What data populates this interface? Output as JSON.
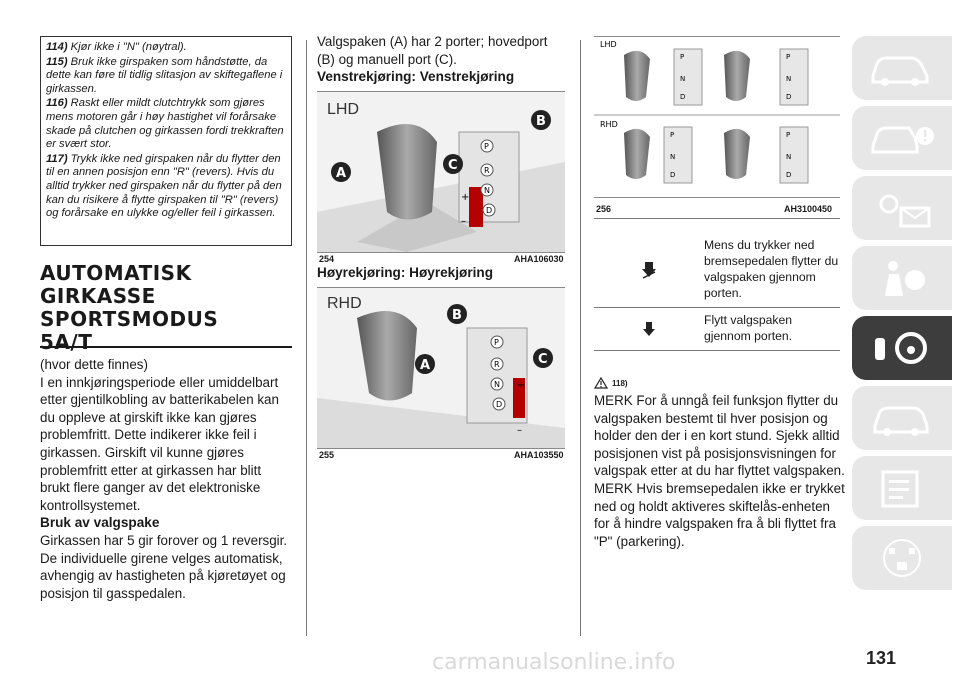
{
  "warnings": [
    {
      "num": "114)",
      "text": "Kjør ikke i \"N\" (nøytral)."
    },
    {
      "num": "115)",
      "text": "Bruk ikke girspaken som håndstøtte, da dette kan føre til tidlig slitasjon av skiftegaflene i girkassen."
    },
    {
      "num": "116)",
      "text": "Raskt eller mildt clutchtrykk som gjøres mens motoren går i høy hastighet vil forårsake skade på clutchen og girkassen fordi trekkraften er svært stor."
    },
    {
      "num": "117)",
      "text": "Trykk ikke ned girspaken når du flytter den til en annen posisjon enn \"R\" (revers). Hvis du alltid trykker ned girspaken når du flytter på den kan du risikere å flytte girspaken til \"R\" (revers) og forårsake en ulykke og/eller feil i girkassen."
    }
  ],
  "heading": {
    "l1": "AUTOMATISK",
    "l2": "GIRKASSE",
    "l3": "SPORTSMODUS",
    "l4": "5A/T"
  },
  "col1": {
    "p1": "(hvor dette finnes)",
    "p2": "I en innkjøringsperiode eller umiddelbart etter gjentilkobling av batterikabelen kan du oppleve at girskift ikke kan gjøres problemfritt. Dette indikerer ikke feil i girkassen. Girskift vil kunne gjøres problemfritt etter at girkassen har blitt brukt flere ganger av det elektroniske kontrollsystemet.",
    "sub": "Bruk av valgspake",
    "p3": "Girkassen har 5 gir forover og 1 reversgir.",
    "p4": "De individuelle girene velges automatisk, avhengig av hastigheten på kjøretøyet og posisjon til gasspedalen."
  },
  "col2": {
    "p1": "Valgspaken (A) har 2 porter; hovedport (B) og manuell port (C).",
    "sub1": "Venstrekjøring: Venstrekjøring",
    "fig1": {
      "side": "LHD",
      "num": "254",
      "code": "AHA106030"
    },
    "sub2": "Høyrekjøring: Høyrekjøring",
    "fig2": {
      "side": "RHD",
      "num": "255",
      "code": "AHA103550"
    },
    "labels": {
      "a": "A",
      "b": "B",
      "c": "C",
      "p": "P",
      "r": "R",
      "n": "N",
      "d": "D",
      "plus": "+",
      "minus": "–"
    }
  },
  "col3": {
    "fig": {
      "lhd": "LHD",
      "rhd": "RHD",
      "num": "256",
      "code": "AH3100450"
    },
    "table": [
      {
        "icon": "press-arrow-icon",
        "text": "Mens du trykker ned bremsepedalen flytter du valgspaken gjennom porten."
      },
      {
        "icon": "move-arrow-icon",
        "text": "Flytt valgspaken gjennom porten."
      }
    ],
    "note_ref": "118)",
    "p1": "MERK For å unngå feil funksjon flytter du valgspaken bestemt til hver posisjon og holder den der i en kort stund. Sjekk alltid posisjonen vist på posisjonsvisningen for valgspak etter at du har flyttet valgspaken.",
    "p2": "MERK Hvis bremsepedalen ikke er trykket ned og holdt aktiveres skiftelås-enheten for å hindre valgspaken fra å bli flyttet fra \"P\" (parkering)."
  },
  "sidebar": {
    "tabs": [
      "car-info-icon",
      "car-warning-icon",
      "lights-message-icon",
      "safety-airbag-icon",
      "key-steering-icon",
      "car-service-icon",
      "checklist-icon",
      "alphabet-index-icon"
    ],
    "active_index": 4
  },
  "page_number": "131",
  "watermark": "carmanualsonline.info"
}
